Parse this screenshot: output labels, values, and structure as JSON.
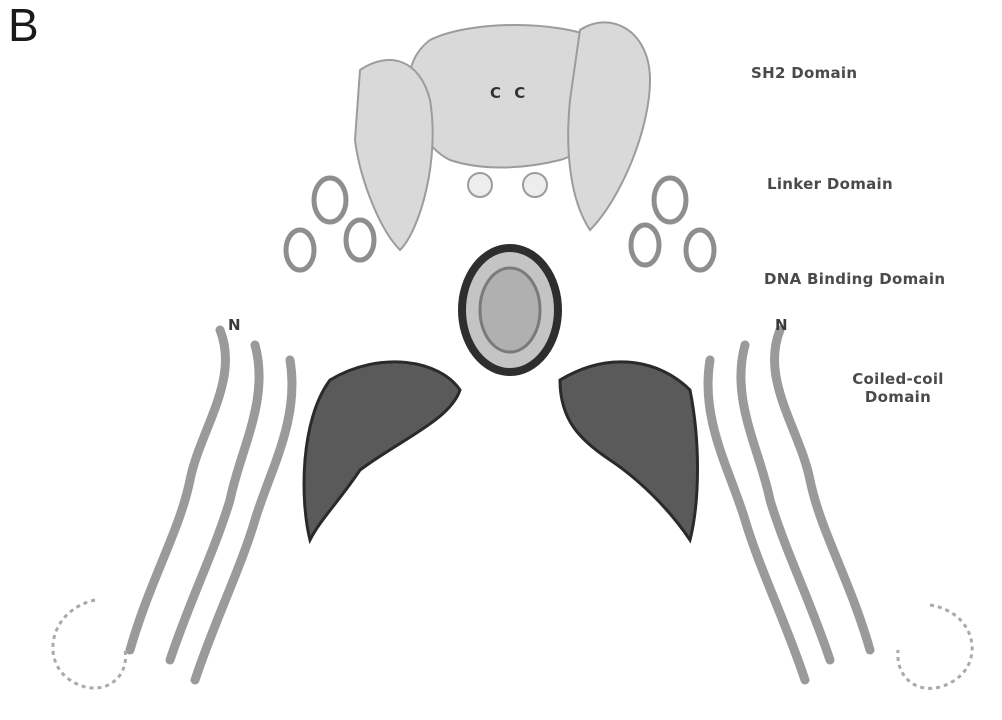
{
  "panel": {
    "letter": "B"
  },
  "labels": {
    "sh2": "SH2 Domain",
    "linker": "Linker Domain",
    "dna_binding": "DNA Binding Domain",
    "coiled_coil_line1": "Coiled-coil",
    "coiled_coil_line2": "Domain"
  },
  "termini": {
    "left": "N",
    "right": "N"
  },
  "cc_label": "C C",
  "colors": {
    "sh2": "#c8c8c8",
    "linker": "#8e8e8e",
    "dna_binding": "#3a3a3a",
    "coiled_coil": "#9a9a9a",
    "dna": "#b8b8b8",
    "label_text": "#4a4a4a"
  }
}
